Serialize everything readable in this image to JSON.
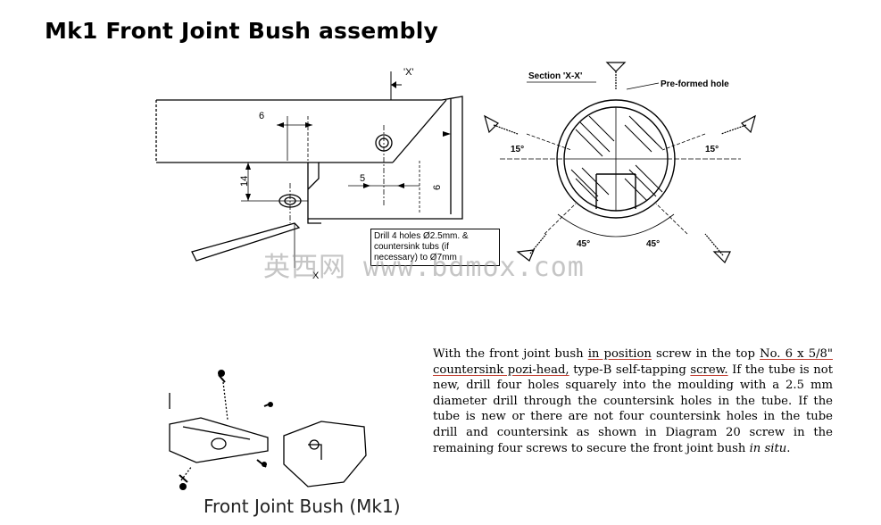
{
  "title": "Mk1 Front Joint Bush assembly",
  "section_label": "Section 'X-X'",
  "preformed_hole_label": "Pre-formed hole",
  "section_marker": "'X'",
  "section_marker_bottom": "X",
  "dimensions": {
    "d6_top": "6",
    "d14": "14",
    "d5": "5",
    "d6_right": "6"
  },
  "angles": {
    "left_15": "15°",
    "right_15": "15°",
    "left_45": "45°",
    "right_45": "45°"
  },
  "note_box": {
    "line1": "Drill 4 holes Ø2.5mm. &",
    "line2": "countersink tubs (if",
    "line3": "necessary) to Ø7mm"
  },
  "watermark": "英西网 www.bdmox.com",
  "caption": "Front Joint Bush (Mk1)",
  "instructions": {
    "p1": "With the front joint bush ",
    "u1": "in position",
    "p2": " screw in the top ",
    "u2": "No. 6 x 5/8\" countersink pozi-head,",
    "p3": " type-B self-tapping ",
    "u3": "screw.",
    "p4": " If the tube is not new, drill four holes squarely into the moulding with a 2.5 mm diameter drill through the countersink holes in the tube. If the tube is new or there are not four countersink holes in the tube drill and countersink as shown in Diagram 20 screw in the remaining four screws to secure the front joint bush ",
    "italic": "in situ",
    "p5": "."
  }
}
